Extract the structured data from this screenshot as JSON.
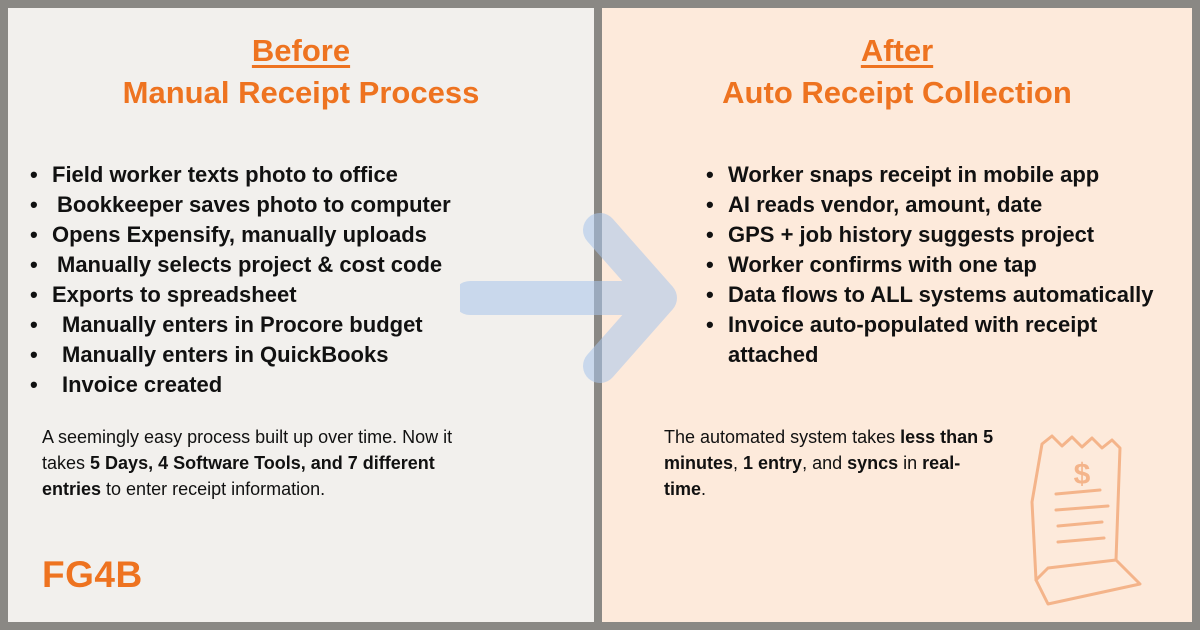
{
  "colors": {
    "accent": "#ee7320",
    "left_bg": "#f2f0ed",
    "right_bg": "#fdeadb",
    "arrow": "#a9c6ec",
    "border": "#8a8884"
  },
  "before": {
    "heading": "Before",
    "subheading": "Manual Receipt Process",
    "items": [
      "Field worker texts photo to office",
      "Bookkeeper saves photo to computer",
      "Opens Expensify, manually uploads",
      "Manually selects project & cost code",
      "Exports to spreadsheet",
      "Manually enters in Procore budget",
      "Manually enters in QuickBooks",
      "Invoice created"
    ],
    "summary": {
      "p1": "A seemingly easy process built up over time. Now it takes ",
      "b1": "5 Days, 4 Software Tools, and 7 different entries",
      "p2": " to enter receipt information."
    },
    "logo": "FG4B"
  },
  "after": {
    "heading": "After",
    "subheading": "Auto Receipt Collection",
    "items": [
      "Worker snaps receipt in mobile app",
      "AI reads vendor, amount, date",
      "GPS + job history suggests project",
      "Worker confirms with one tap",
      "Data flows to ALL systems automatically",
      "Invoice auto-populated with receipt attached"
    ],
    "summary": {
      "p1": "The automated system takes ",
      "b1": "less than 5 minutes",
      "p2": ", ",
      "b2": "1 entry",
      "p3": ", and ",
      "b3": "syncs",
      "p4": " in ",
      "b4": "real-time",
      "p5": "."
    },
    "receipt_symbol": "$"
  },
  "icons": {
    "arrow": "arrow-right-icon",
    "receipt": "receipt-icon"
  }
}
